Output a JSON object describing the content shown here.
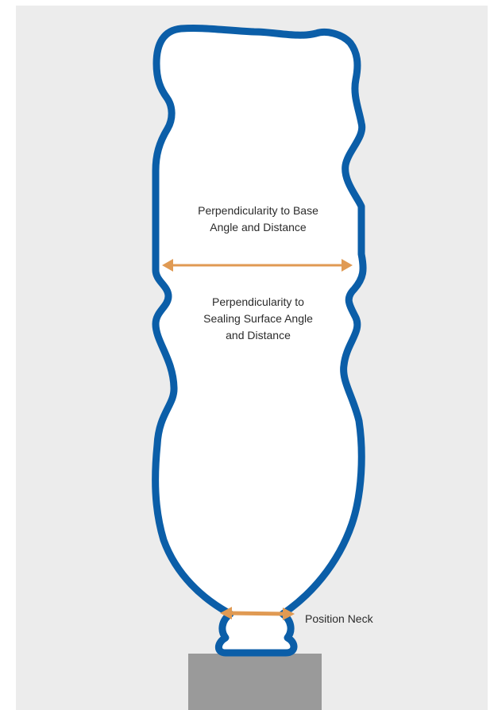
{
  "colors": {
    "background": "#ececec",
    "bottle_outline": "#0b5ea8",
    "bottle_fill": "#ffffff",
    "measurement_arrow": "#e09a53",
    "base_block": "#9a9a9a"
  },
  "labels": {
    "base_line1": "Perpendicularity to Base",
    "base_line2": "Angle and Distance",
    "sealing_line1": "Perpendicularity to",
    "sealing_line2": "Sealing Surface Angle",
    "sealing_line3": "and Distance",
    "neck": "Position Neck"
  },
  "icons": {
    "body_arrow": "double-headed-arrow-icon",
    "neck_arrow": "double-headed-arrow-icon"
  }
}
